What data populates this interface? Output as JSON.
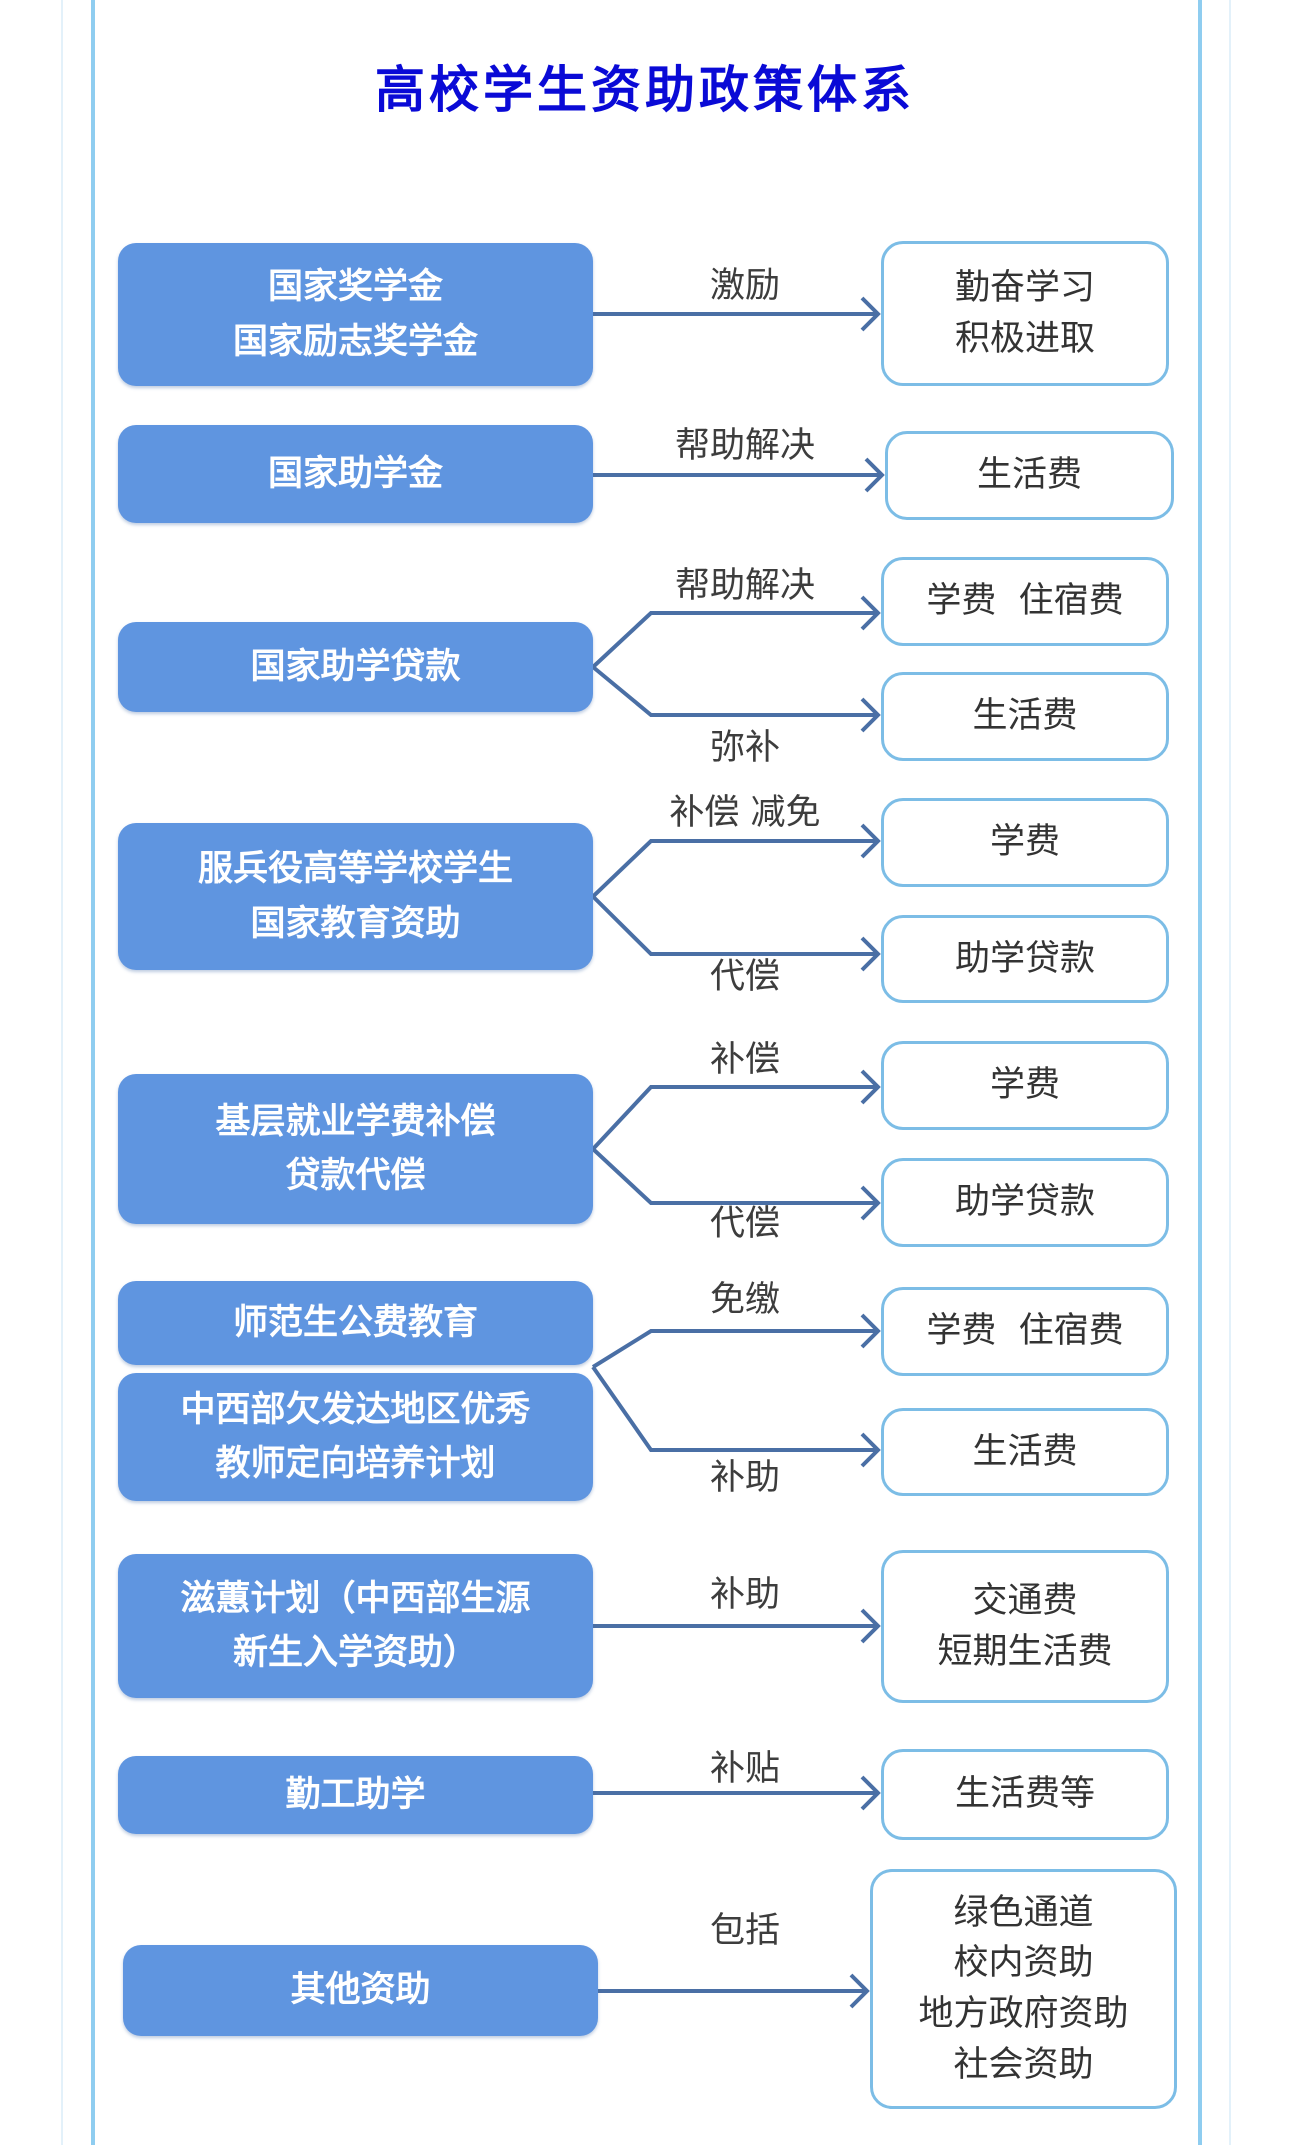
{
  "title": "高校学生资助政策体系",
  "colors": {
    "title": "#0a0ad6",
    "source_fill": "#5f95e0",
    "target_border": "#7cbde6",
    "arrow": "#4a6fa5",
    "frame": "#8fcdf0"
  },
  "rows": [
    {
      "source": [
        "国家奖学金",
        "国家励志奖学金"
      ],
      "links": [
        {
          "label": "激励",
          "target": [
            "勤奋学习",
            "积极进取"
          ]
        }
      ]
    },
    {
      "source": [
        "国家助学金"
      ],
      "links": [
        {
          "label": "帮助解决",
          "target": [
            "生活费"
          ]
        }
      ]
    },
    {
      "source": [
        "国家助学贷款"
      ],
      "links": [
        {
          "label": "帮助解决",
          "target": [
            "学费  住宿费"
          ]
        },
        {
          "label": "弥补",
          "target": [
            "生活费"
          ]
        }
      ]
    },
    {
      "source": [
        "服兵役高等学校学生",
        "国家教育资助"
      ],
      "links": [
        {
          "label": "补偿 减免",
          "target": [
            "学费"
          ]
        },
        {
          "label": "代偿",
          "target": [
            "助学贷款"
          ]
        }
      ]
    },
    {
      "source": [
        "基层就业学费补偿",
        "贷款代偿"
      ],
      "links": [
        {
          "label": "补偿",
          "target": [
            "学费"
          ]
        },
        {
          "label": "代偿",
          "target": [
            "助学贷款"
          ]
        }
      ]
    },
    {
      "source": [
        "师范生公费教育"
      ],
      "source2": [
        "中西部欠发达地区优秀",
        "教师定向培养计划"
      ],
      "links": [
        {
          "label": "免缴",
          "target": [
            "学费  住宿费"
          ]
        },
        {
          "label": "补助",
          "target": [
            "生活费"
          ]
        }
      ]
    },
    {
      "source": [
        "滋蕙计划（中西部生源",
        "新生入学资助）"
      ],
      "links": [
        {
          "label": "补助",
          "target": [
            "交通费",
            "短期生活费"
          ]
        }
      ]
    },
    {
      "source": [
        "勤工助学"
      ],
      "links": [
        {
          "label": "补贴",
          "target": [
            "生活费等"
          ]
        }
      ]
    },
    {
      "source": [
        "其他资助"
      ],
      "links": [
        {
          "label": "包括",
          "target": [
            "绿色通道",
            "校内资助",
            "地方政府资助",
            "社会资助"
          ]
        }
      ]
    }
  ]
}
